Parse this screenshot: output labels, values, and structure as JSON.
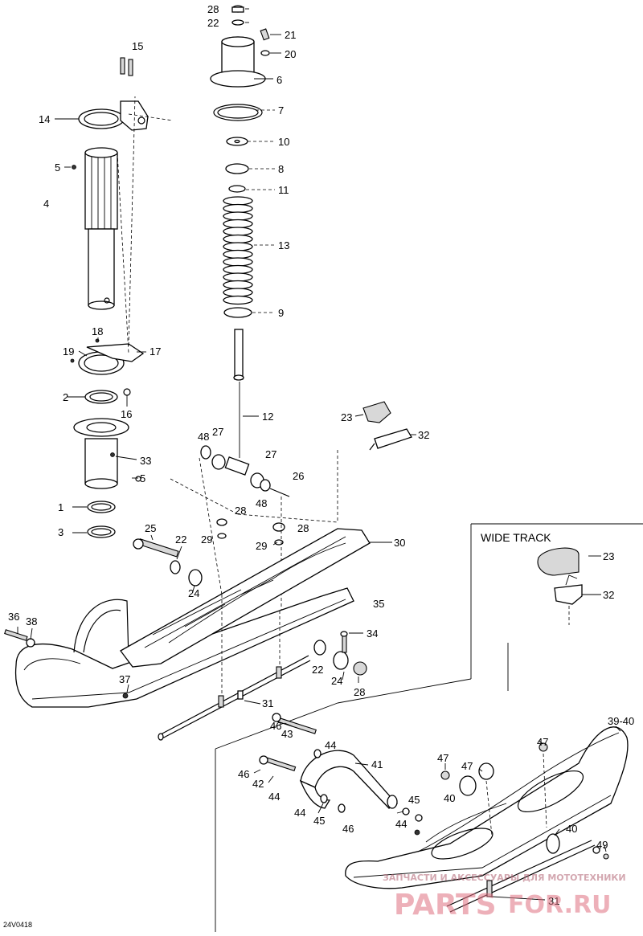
{
  "diagram": {
    "section_label": "WIDE TRACK",
    "figure_code": "24V0418",
    "watermark": {
      "tagline": "ЗАПЧАСТИ И АКСЕССУАРЫ ДЛЯ МОТОТЕХНИКИ",
      "brand_left": "PARTS",
      "brand_right": "FOR.RU"
    },
    "callouts": [
      {
        "id": "c28a",
        "label": "28"
      },
      {
        "id": "c22a",
        "label": "22"
      },
      {
        "id": "c21",
        "label": "21"
      },
      {
        "id": "c20",
        "label": "20"
      },
      {
        "id": "c15",
        "label": "15"
      },
      {
        "id": "c6",
        "label": "6"
      },
      {
        "id": "c14",
        "label": "14"
      },
      {
        "id": "c7",
        "label": "7"
      },
      {
        "id": "c10",
        "label": "10"
      },
      {
        "id": "c5a",
        "label": "5"
      },
      {
        "id": "c8",
        "label": "8"
      },
      {
        "id": "c11",
        "label": "11"
      },
      {
        "id": "c4",
        "label": "4"
      },
      {
        "id": "c13",
        "label": "13"
      },
      {
        "id": "c9",
        "label": "9"
      },
      {
        "id": "c18",
        "label": "18"
      },
      {
        "id": "c19",
        "label": "19"
      },
      {
        "id": "c17",
        "label": "17"
      },
      {
        "id": "c2",
        "label": "2"
      },
      {
        "id": "c16",
        "label": "16"
      },
      {
        "id": "c12",
        "label": "12"
      },
      {
        "id": "c23a",
        "label": "23"
      },
      {
        "id": "c32a",
        "label": "32"
      },
      {
        "id": "c48a",
        "label": "48"
      },
      {
        "id": "c27a",
        "label": "27"
      },
      {
        "id": "c33",
        "label": "33"
      },
      {
        "id": "c5b",
        "label": "5"
      },
      {
        "id": "c27b",
        "label": "27"
      },
      {
        "id": "c26",
        "label": "26"
      },
      {
        "id": "c48b",
        "label": "48"
      },
      {
        "id": "c1",
        "label": "1"
      },
      {
        "id": "c28b",
        "label": "28"
      },
      {
        "id": "c3",
        "label": "3"
      },
      {
        "id": "c25",
        "label": "25"
      },
      {
        "id": "c22b",
        "label": "22"
      },
      {
        "id": "c29a",
        "label": "29"
      },
      {
        "id": "c28c",
        "label": "28"
      },
      {
        "id": "c29b",
        "label": "29"
      },
      {
        "id": "c30",
        "label": "30"
      },
      {
        "id": "c24a",
        "label": "24"
      },
      {
        "id": "c35",
        "label": "35"
      },
      {
        "id": "c23b",
        "label": "23"
      },
      {
        "id": "c32b",
        "label": "32"
      },
      {
        "id": "c36",
        "label": "36"
      },
      {
        "id": "c38",
        "label": "38"
      },
      {
        "id": "c34",
        "label": "34"
      },
      {
        "id": "c22c",
        "label": "22"
      },
      {
        "id": "c37",
        "label": "37"
      },
      {
        "id": "c24b",
        "label": "24"
      },
      {
        "id": "c28d",
        "label": "28"
      },
      {
        "id": "c31a",
        "label": "31"
      },
      {
        "id": "c46a",
        "label": "46"
      },
      {
        "id": "c43",
        "label": "43"
      },
      {
        "id": "c39",
        "label": "39-40"
      },
      {
        "id": "c47a",
        "label": "47"
      },
      {
        "id": "c44a",
        "label": "44"
      },
      {
        "id": "c41",
        "label": "41"
      },
      {
        "id": "c46b",
        "label": "46"
      },
      {
        "id": "c42",
        "label": "42"
      },
      {
        "id": "c47b",
        "label": "47"
      },
      {
        "id": "c47c",
        "label": "47"
      },
      {
        "id": "c44b",
        "label": "44"
      },
      {
        "id": "c40a",
        "label": "40"
      },
      {
        "id": "c45a",
        "label": "45"
      },
      {
        "id": "c44c",
        "label": "44"
      },
      {
        "id": "c45b",
        "label": "45"
      },
      {
        "id": "c44d",
        "label": "44"
      },
      {
        "id": "c46c",
        "label": "46"
      },
      {
        "id": "c40b",
        "label": "40"
      },
      {
        "id": "c49",
        "label": "49"
      },
      {
        "id": "c31b",
        "label": "31"
      }
    ]
  }
}
